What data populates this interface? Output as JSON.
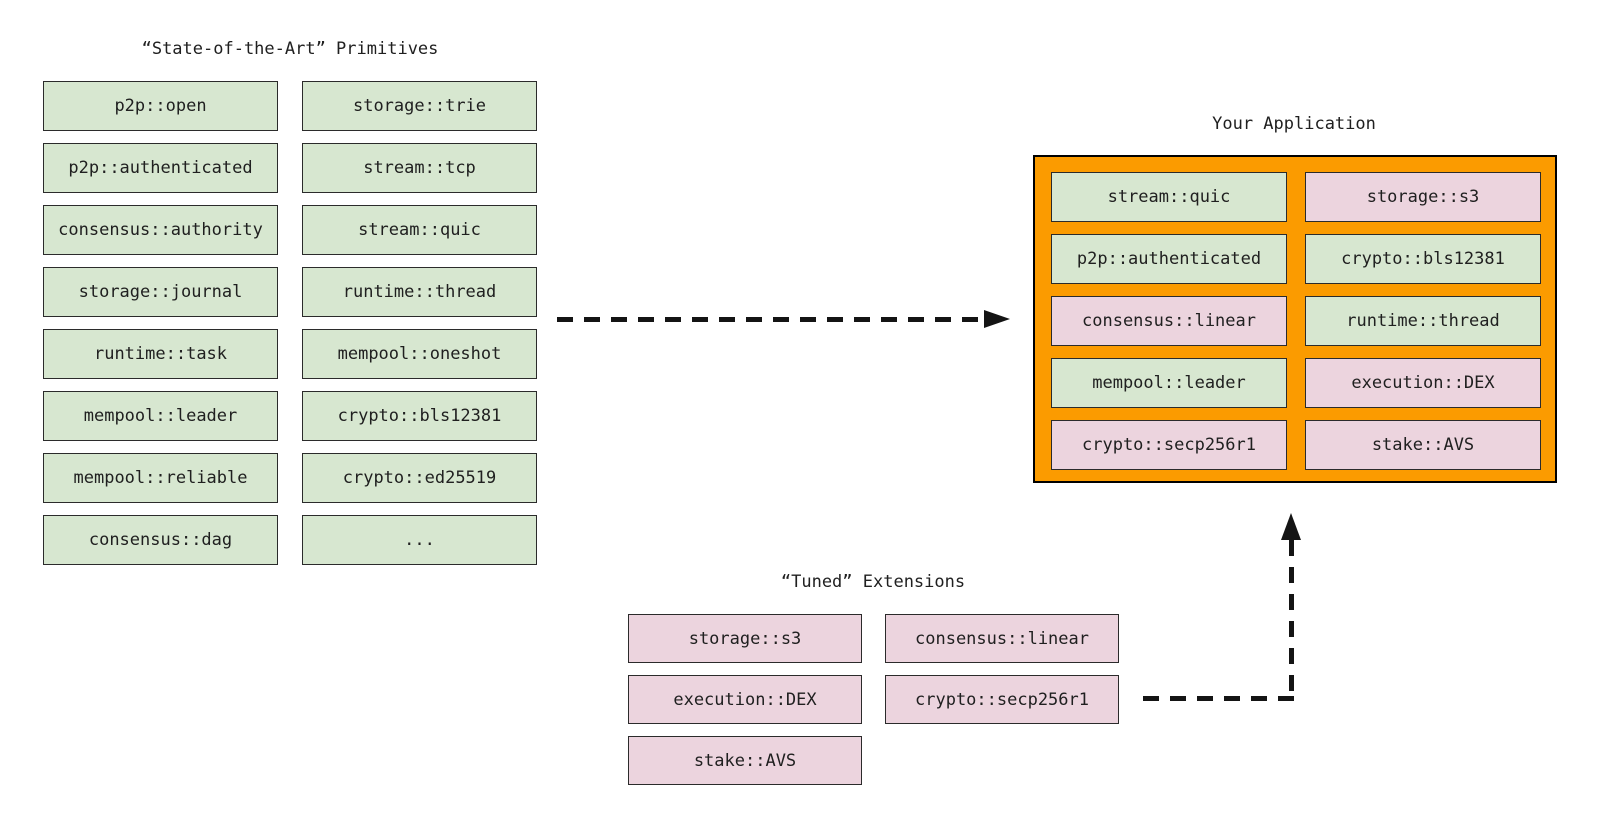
{
  "primitives": {
    "title": "“State-of-the-Art” Primitives",
    "items": [
      {
        "label": "p2p::open",
        "kind": "primitive"
      },
      {
        "label": "storage::trie",
        "kind": "primitive"
      },
      {
        "label": "p2p::authenticated",
        "kind": "primitive"
      },
      {
        "label": "stream::tcp",
        "kind": "primitive"
      },
      {
        "label": "consensus::authority",
        "kind": "primitive"
      },
      {
        "label": "stream::quic",
        "kind": "primitive"
      },
      {
        "label": "storage::journal",
        "kind": "primitive"
      },
      {
        "label": "runtime::thread",
        "kind": "primitive"
      },
      {
        "label": "runtime::task",
        "kind": "primitive"
      },
      {
        "label": "mempool::oneshot",
        "kind": "primitive"
      },
      {
        "label": "mempool::leader",
        "kind": "primitive"
      },
      {
        "label": "crypto::bls12381",
        "kind": "primitive"
      },
      {
        "label": "mempool::reliable",
        "kind": "primitive"
      },
      {
        "label": "crypto::ed25519",
        "kind": "primitive"
      },
      {
        "label": "consensus::dag",
        "kind": "primitive"
      },
      {
        "label": "...",
        "kind": "primitive"
      }
    ]
  },
  "application": {
    "title": "Your Application",
    "items": [
      {
        "label": "stream::quic",
        "kind": "primitive"
      },
      {
        "label": "storage::s3",
        "kind": "extension"
      },
      {
        "label": "p2p::authenticated",
        "kind": "primitive"
      },
      {
        "label": "crypto::bls12381",
        "kind": "primitive"
      },
      {
        "label": "consensus::linear",
        "kind": "extension"
      },
      {
        "label": "runtime::thread",
        "kind": "primitive"
      },
      {
        "label": "mempool::leader",
        "kind": "primitive"
      },
      {
        "label": "execution::DEX",
        "kind": "extension"
      },
      {
        "label": "crypto::secp256r1",
        "kind": "extension"
      },
      {
        "label": "stake::AVS",
        "kind": "extension"
      }
    ]
  },
  "extensions": {
    "title": "“Tuned” Extensions",
    "items": [
      {
        "label": "storage::s3",
        "kind": "extension"
      },
      {
        "label": "consensus::linear",
        "kind": "extension"
      },
      {
        "label": "execution::DEX",
        "kind": "extension"
      },
      {
        "label": "crypto::secp256r1",
        "kind": "extension"
      },
      {
        "label": "stake::AVS",
        "kind": "extension"
      }
    ]
  },
  "colors": {
    "primitive_fill": "#d7e7d0",
    "extension_fill": "#ecd4de",
    "application_fill": "#fb9b00",
    "application_border": "#000000",
    "box_border": "#2b2b2b",
    "arrow": "#141414",
    "text": "#202020",
    "background": "#ffffff"
  }
}
